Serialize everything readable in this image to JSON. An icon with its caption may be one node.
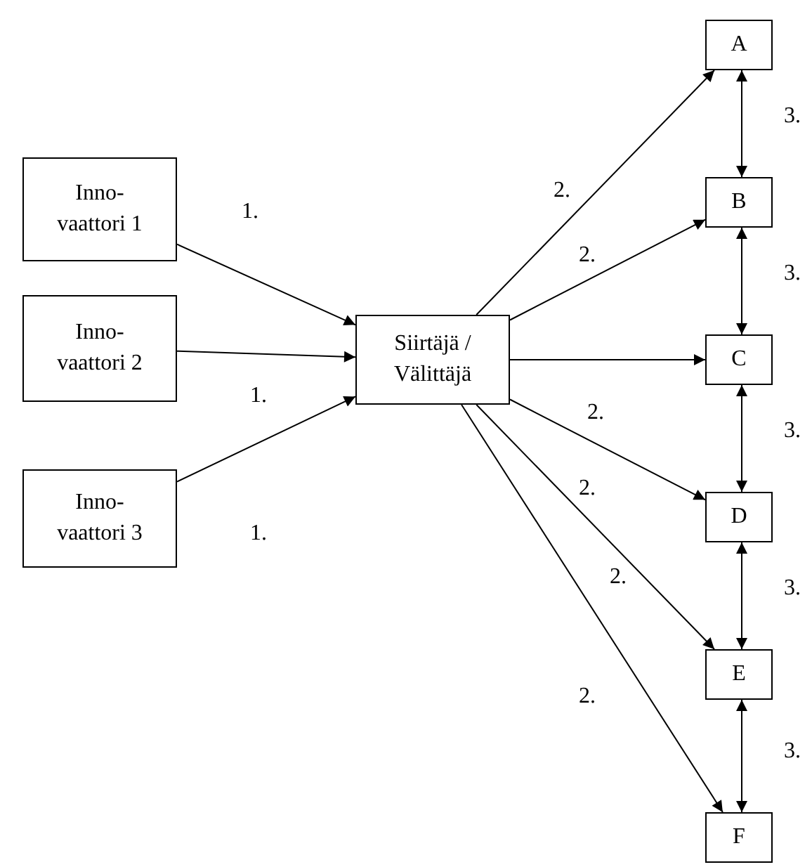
{
  "diagram": {
    "nodes": [
      {
        "text": [
          "Inno- vaattori 1"
        ]
      },
      {
        "text": [
          "Inno- vaattori 2"
        ]
      },
      {
        "text": [
          "Inno- vaattori 3"
        ]
      },
      {
        "text": [
          "Siirtäjä / Välittäjä"
        ]
      },
      {
        "text": [
          "A"
        ]
      },
      {
        "text": [
          "B"
        ]
      },
      {
        "text": [
          "C"
        ]
      },
      {
        "text": [
          "D"
        ]
      },
      {
        "text": [
          "E"
        ]
      },
      {
        "text": [
          "F"
        ]
      }
    ],
    "edges": [
      {
        "from": 0,
        "to": 3,
        "arrow": "to",
        "label": "1."
      },
      {
        "from": 1,
        "to": 3,
        "arrow": "to",
        "label": "1."
      },
      {
        "from": 2,
        "to": 3,
        "arrow": "to",
        "label": "1."
      },
      {
        "from": 3,
        "to": 4,
        "arrow": "to",
        "label": "2."
      },
      {
        "from": 3,
        "to": 5,
        "arrow": "to",
        "label": "2."
      },
      {
        "from": 3,
        "to": 6,
        "arrow": "to",
        "label": "2."
      },
      {
        "from": 3,
        "to": 7,
        "arrow": "to",
        "label": "2."
      },
      {
        "from": 3,
        "to": 8,
        "arrow": "to",
        "label": "2."
      },
      {
        "from": 3,
        "to": 9,
        "arrow": "to",
        "label": "2."
      },
      {
        "from": 4,
        "to": 5,
        "arrow": "both",
        "label": "3."
      },
      {
        "from": 5,
        "to": 6,
        "arrow": "both",
        "label": "3."
      },
      {
        "from": 6,
        "to": 7,
        "arrow": "both",
        "label": "3."
      },
      {
        "from": 7,
        "to": 8,
        "arrow": "both",
        "label": "3."
      },
      {
        "from": 8,
        "to": 9,
        "arrow": "both",
        "label": "3."
      }
    ]
  }
}
